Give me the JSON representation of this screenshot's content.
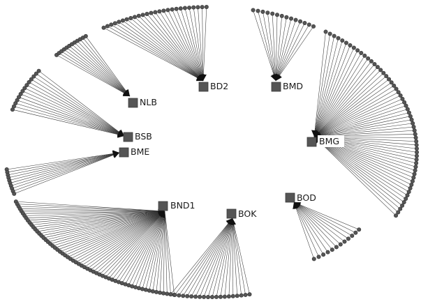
{
  "diagram": {
    "type": "hub-and-spoke network",
    "colors": {
      "edge": "#333333",
      "node": "#555555",
      "label": "#1a1a1a",
      "background": "#ffffff"
    },
    "hubs": [
      {
        "id": "NLB",
        "label": "NLB",
        "leaf_count": 12
      },
      {
        "id": "BD2",
        "label": "BD2",
        "leaf_count": 26
      },
      {
        "id": "BMD",
        "label": "BMD",
        "leaf_count": 14
      },
      {
        "id": "BSB",
        "label": "BSB",
        "leaf_count": 14
      },
      {
        "id": "BME",
        "label": "BME",
        "leaf_count": 10
      },
      {
        "id": "BMG",
        "label": "BMG",
        "leaf_count": 58
      },
      {
        "id": "BND1",
        "label": "BND1",
        "leaf_count": 60
      },
      {
        "id": "BOK",
        "label": "BOK",
        "leaf_count": 20
      },
      {
        "id": "BOD",
        "label": "BOD",
        "leaf_count": 12
      }
    ]
  }
}
